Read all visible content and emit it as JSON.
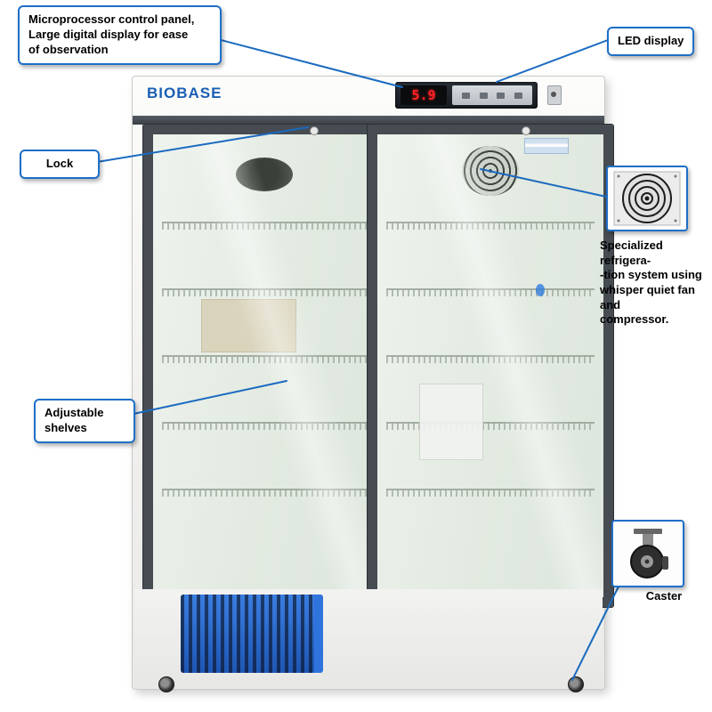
{
  "callouts": {
    "microprocessor": "Microprocessor control panel,\nLarge digital display for ease\nof observation",
    "led_display": "LED display",
    "lock": "Lock",
    "adjustable_shelves": "Adjustable\nshelves",
    "refrigeration": "Specialized refrigera-\n-tion system using\nwhisper quiet fan and\ncompressor.",
    "caster_label": "Caster"
  },
  "fridge": {
    "brand": "BIOBASE",
    "display_value": "5.9"
  },
  "icons": {
    "fan": "fan-grille-icon",
    "caster": "caster-wheel-icon"
  },
  "colors": {
    "accent_blue": "#1e6fc8",
    "brand_blue": "#1a5fb4",
    "display_red": "#ff2222",
    "vent_blue": "#2e6fd0"
  }
}
